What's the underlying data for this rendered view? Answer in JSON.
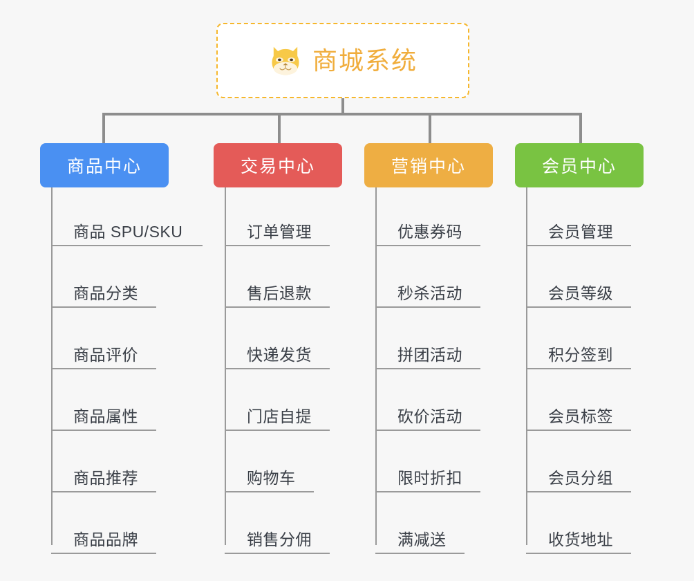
{
  "diagram": {
    "title": "商城系统",
    "root_icon": "shiba-dog-icon",
    "accent_color": "#f0ad3c",
    "background_color": "#f7f7f7",
    "connector_color": "#8d8d8d",
    "branches": [
      {
        "label": "商品中心",
        "color": "#4a90f2",
        "items": [
          "商品 SPU/SKU",
          "商品分类",
          "商品评价",
          "商品属性",
          "商品推荐",
          "商品品牌"
        ]
      },
      {
        "label": "交易中心",
        "color": "#e45b58",
        "items": [
          "订单管理",
          "售后退款",
          "快递发货",
          "门店自提",
          "购物车",
          "销售分佣"
        ]
      },
      {
        "label": "营销中心",
        "color": "#eeae43",
        "items": [
          "优惠券码",
          "秒杀活动",
          "拼团活动",
          "砍价活动",
          "限时折扣",
          "满减送"
        ]
      },
      {
        "label": "会员中心",
        "color": "#79c342",
        "items": [
          "会员管理",
          "会员等级",
          "积分签到",
          "会员标签",
          "会员分组",
          "收货地址"
        ]
      }
    ]
  }
}
